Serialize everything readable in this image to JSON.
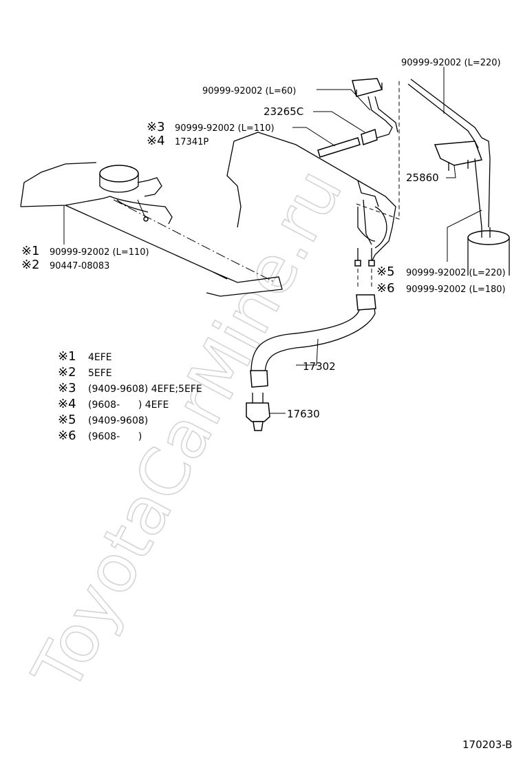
{
  "watermark": "ToyotaCarMine.ru",
  "callouts": {
    "hose_l220_top": "90999-92002 (L=220)",
    "hose_l60": "90999-92002 (L=60)",
    "part_23265c": "23265C",
    "note3_mark": "※3",
    "hose_l110_a": "90999-92002 (L=110)",
    "note4_mark": "※4",
    "part_17341p": "17341P",
    "part_25860": "25860",
    "note1_mark": "※1",
    "hose_l110_b": "90999-92002 (L=110)",
    "note2_mark": "※2",
    "part_90447": "90447-08083",
    "note5_mark": "※5",
    "hose_l220_b": "90999-92002 (L=220)",
    "note6_mark": "※6",
    "hose_l180": "90999-92002 (L=180)",
    "part_17302": "17302",
    "part_17630": "17630"
  },
  "legend": [
    {
      "mark": "※1",
      "text": "4EFE"
    },
    {
      "mark": "※2",
      "text": "5EFE"
    },
    {
      "mark": "※3",
      "text": "(9409-9608) 4EFE;5EFE"
    },
    {
      "mark": "※4",
      "text": "(9608-      ) 4EFE"
    },
    {
      "mark": "※5",
      "text": "(9409-9608)"
    },
    {
      "mark": "※6",
      "text": "(9608-      )"
    }
  ],
  "diagram_code": "170203-B"
}
